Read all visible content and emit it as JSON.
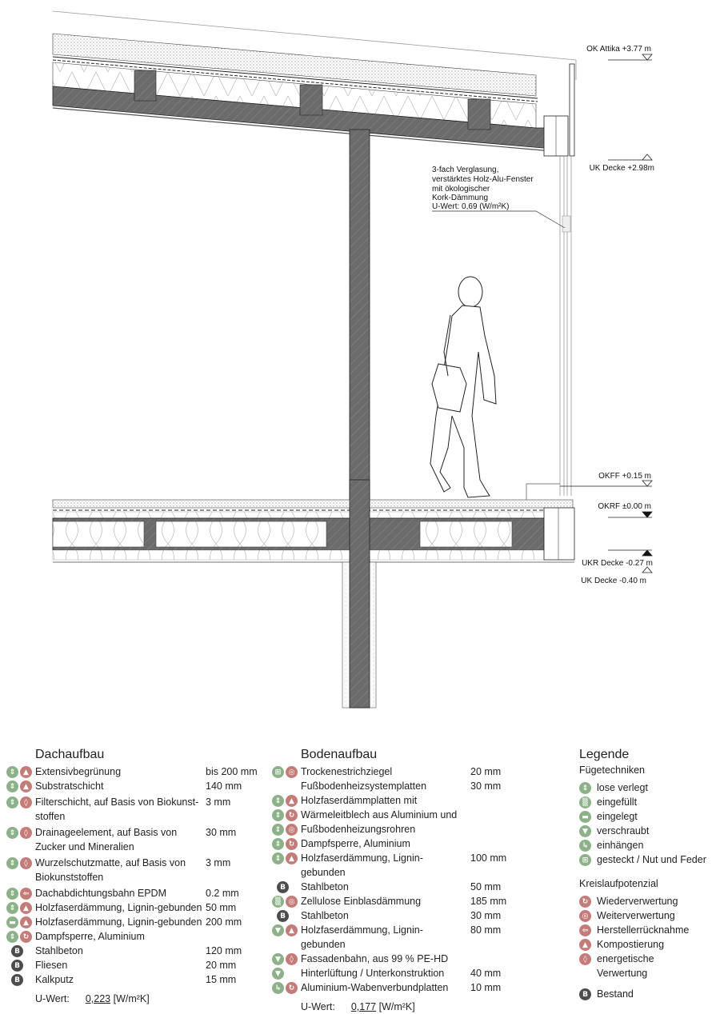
{
  "levels": {
    "ok_attika": "OK Attika +3.77 m",
    "uk_decke_top": "UK Decke +2.98m",
    "okff": "OKFF +0.15 m",
    "okrf": "OKRF ±0.00 m",
    "ukr_decke": "UKR Decke -0.27 m",
    "uk_decke_bottom": "UK Decke -0.40 m"
  },
  "window_note": [
    "3-fach Verglasung,",
    "verstärktes Holz-Alu-Fenster",
    "mit ökologischer",
    "Kork-Dämmung",
    "U-Wert: 0,69 (W/m²K)"
  ],
  "colors": {
    "joint": "#8db188",
    "circular": "#c47c79",
    "existing": "#4d4d4d",
    "concrete": "#6b6b6b"
  },
  "dachaufbau": {
    "title": "Dachaufbau",
    "rows": [
      {
        "joint": "lose verlegt",
        "circ": "Kompostierung",
        "lines": [
          "Extensivbegrünung"
        ],
        "value": "bis 200 mm"
      },
      {
        "joint": "lose verlegt",
        "circ": "Kompostierung",
        "lines": [
          "Substratschicht"
        ],
        "value": "140 mm"
      },
      {
        "joint": "lose verlegt",
        "circ": "energetische Verwertung",
        "lines": [
          "Filterschicht, auf Basis von Biokunst-",
          "stoffen"
        ],
        "value": "3 mm"
      },
      {
        "joint": "lose verlegt",
        "circ": "energetische Verwertung",
        "lines": [
          "Drainageelement, auf Basis von",
          "Zucker und Mineralien"
        ],
        "value": "30 mm"
      },
      {
        "joint": "lose verlegt",
        "circ": "energetische Verwertung",
        "lines": [
          "Wurzelschutzmatte, auf Basis von",
          "Biokunststoffen"
        ],
        "value": "3 mm"
      },
      {
        "joint": "lose verlegt",
        "circ": "Herstellerrücknahme",
        "lines": [
          "Dachabdichtungsbahn EPDM"
        ],
        "value": "0.2 mm"
      },
      {
        "joint": "lose verlegt",
        "circ": "Kompostierung",
        "lines": [
          "Holzfaserdämmung, Lignin-gebunden"
        ],
        "value": "50 mm"
      },
      {
        "joint": "eingelegt",
        "circ": "Kompostierung",
        "lines": [
          "Holzfaserdämmung, Lignin-gebunden"
        ],
        "value": "200 mm"
      },
      {
        "joint": "lose verlegt",
        "circ": "Wiederverwertung",
        "lines": [
          "Dampfsperre, Aluminium"
        ],
        "value": ""
      },
      {
        "joint": "",
        "circ": "Bestand",
        "lines": [
          "Stahlbeton"
        ],
        "value": "120 mm"
      },
      {
        "joint": "",
        "circ": "Bestand",
        "lines": [
          "Fliesen"
        ],
        "value": "20 mm"
      },
      {
        "joint": "",
        "circ": "Bestand",
        "lines": [
          "Kalkputz"
        ],
        "value": "15 mm"
      }
    ],
    "u_label": "U-Wert:",
    "u_value": "0,223",
    "u_unit": "[W/m²K]"
  },
  "bodenaufbau": {
    "title": "Bodenaufbau",
    "rows": [
      {
        "joint": "gesteckt / Nut und Feder",
        "circ": "Weiterverwertung",
        "lines": [
          "Trockenestrichziegel"
        ],
        "value": "20 mm"
      },
      {
        "joint": "",
        "circ": "",
        "lines": [
          "Fußbodenheizsystemplatten"
        ],
        "value": "30 mm"
      },
      {
        "joint": "lose verlegt",
        "circ": "Kompostierung",
        "lines": [
          "Holzfaserdämmplatten mit"
        ],
        "value": ""
      },
      {
        "joint": "lose verlegt",
        "circ": "Wiederverwertung",
        "lines": [
          "Wärmeleitblech aus Aluminium und"
        ],
        "value": ""
      },
      {
        "joint": "lose verlegt",
        "circ": "Weiterverwertung",
        "lines": [
          "Fußbodenheizungsrohren"
        ],
        "value": ""
      },
      {
        "joint": "lose verlegt",
        "circ": "Wiederverwertung",
        "lines": [
          "Dampfsperre, Aluminium"
        ],
        "value": ""
      },
      {
        "joint": "lose verlegt",
        "circ": "Kompostierung",
        "lines": [
          "Holzfaserdämmung, Lignin-gebunden"
        ],
        "value": "100 mm"
      },
      {
        "joint": "",
        "circ": "Bestand",
        "lines": [
          "Stahlbeton"
        ],
        "value": "50 mm"
      },
      {
        "joint": "eingefüllt",
        "circ": "Weiterverwertung",
        "lines": [
          "Zellulose Einblasdämmung"
        ],
        "value": "185 mm"
      },
      {
        "joint": "",
        "circ": "Bestand",
        "lines": [
          "Stahlbeton"
        ],
        "value": "30 mm"
      },
      {
        "joint": "verschraubt",
        "circ": "Kompostierung",
        "lines": [
          "Holzfaserdämmung, Lignin-gebunden"
        ],
        "value": "80 mm"
      },
      {
        "joint": "verschraubt",
        "circ": "energetische Verwertung",
        "lines": [
          "Fassadenbahn, aus 99 % PE-HD"
        ],
        "value": ""
      },
      {
        "joint": "verschraubt",
        "circ": "",
        "lines": [
          "Hinterlüftung / Unterkonstruktion"
        ],
        "value": "40 mm"
      },
      {
        "joint": "einhängen",
        "circ": "Wiederverwertung",
        "lines": [
          "Aluminium-Wabenverbundplatten"
        ],
        "value": "10 mm"
      }
    ],
    "u_label": "U-Wert:",
    "u_value": "0,177",
    "u_unit": "[W/m²K]"
  },
  "legende": {
    "title": "Legende",
    "joints_title": "Fügetechniken",
    "joints": [
      "lose verlegt",
      "eingefüllt",
      "eingelegt",
      "verschraubt",
      "einhängen",
      "gesteckt / Nut und Feder"
    ],
    "circular_title": "Kreislaufpotenzial",
    "circular": [
      "Wiederverwertung",
      "Weiterverwertung",
      "Herstellerrücknahme",
      "Kompostierung",
      "energetische Verwertung"
    ],
    "existing": "Bestand",
    "existing_badge": "B",
    "icons": {
      "lose verlegt": "⇕",
      "eingefüllt": "▒",
      "eingelegt": "▬",
      "verschraubt": "▼",
      "einhängen": "↳",
      "gesteckt / Nut und Feder": "⊞",
      "Wiederverwertung": "↻",
      "Weiterverwertung": "◎",
      "Herstellerrücknahme": "⇦",
      "Kompostierung": "▲",
      "energetische Verwertung": "◊",
      "Bestand": "B"
    }
  }
}
